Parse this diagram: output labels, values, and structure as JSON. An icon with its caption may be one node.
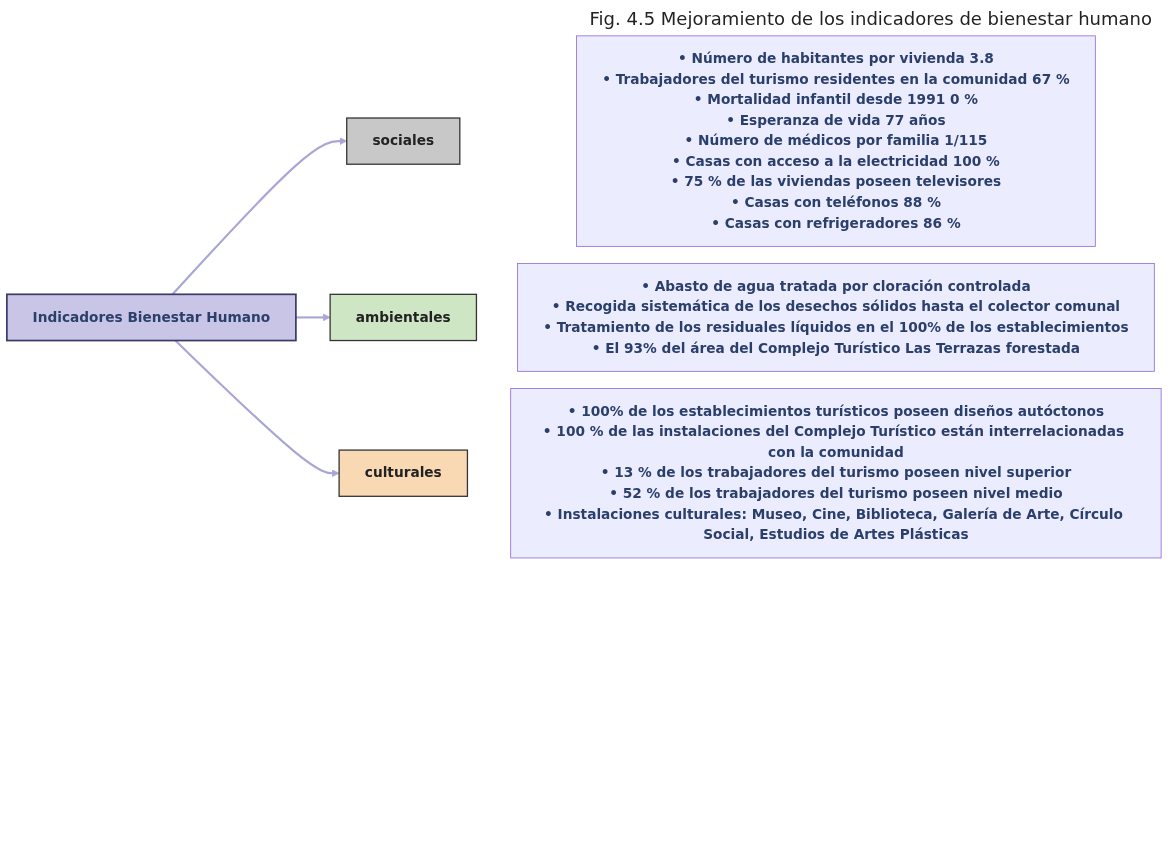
{
  "diagram": {
    "title": "Fig. 4.5 Mejoramiento de los indicadores de bienestar humano",
    "nodes": [
      {
        "text": [
          "Indicadores Bienestar Humano"
        ]
      },
      {
        "text": [
          "sociales"
        ]
      },
      {
        "text": [
          "• Número de habitantes por vivienda 3.8",
          "• Trabajadores del turismo residentes en la comunidad 67 %",
          "• Mortalidad infantil desde 1991 0 %",
          "• Esperanza de vida 77 años",
          "• Número de médicos por familia 1/115",
          "• Casas con acceso a la electricidad 100 %",
          "• 75 % de las viviendas poseen televisores",
          "• Casas con teléfonos 88 %",
          "• Casas con refrigeradores 86 %"
        ]
      },
      {
        "text": [
          "ambientales"
        ]
      },
      {
        "text": [
          "• Abasto de agua tratada por cloración controlada",
          "• Recogida sistemática de los desechos sólidos hasta el colector comunal",
          "• Tratamiento de los residuales líquidos en el 100% de los establecimientos",
          "• El 93% del área del Complejo Turístico Las Terrazas forestada"
        ]
      },
      {
        "text": [
          "culturales"
        ]
      },
      {
        "text": [
          "• 100% de los establecimientos turísticos poseen diseños autóctonos",
          "• 100 % de las instalaciones del Complejo Turístico están interrelacionadas con la comunidad",
          "• 13 % de los trabajadores del turismo poseen nivel superior",
          "• 52 % de los trabajadores del turismo poseen nivel medio",
          "• Instalaciones culturales: Museo, Cine, Biblioteca, Galería de Arte, Círculo Social, Estudios de Artes Plásticas"
        ]
      }
    ],
    "edges": [
      {
        "from": 0,
        "to": 1,
        "arrow": "to"
      },
      {
        "from": 0,
        "to": 3,
        "arrow": "to"
      },
      {
        "from": 0,
        "to": 5,
        "arrow": "to"
      }
    ]
  }
}
